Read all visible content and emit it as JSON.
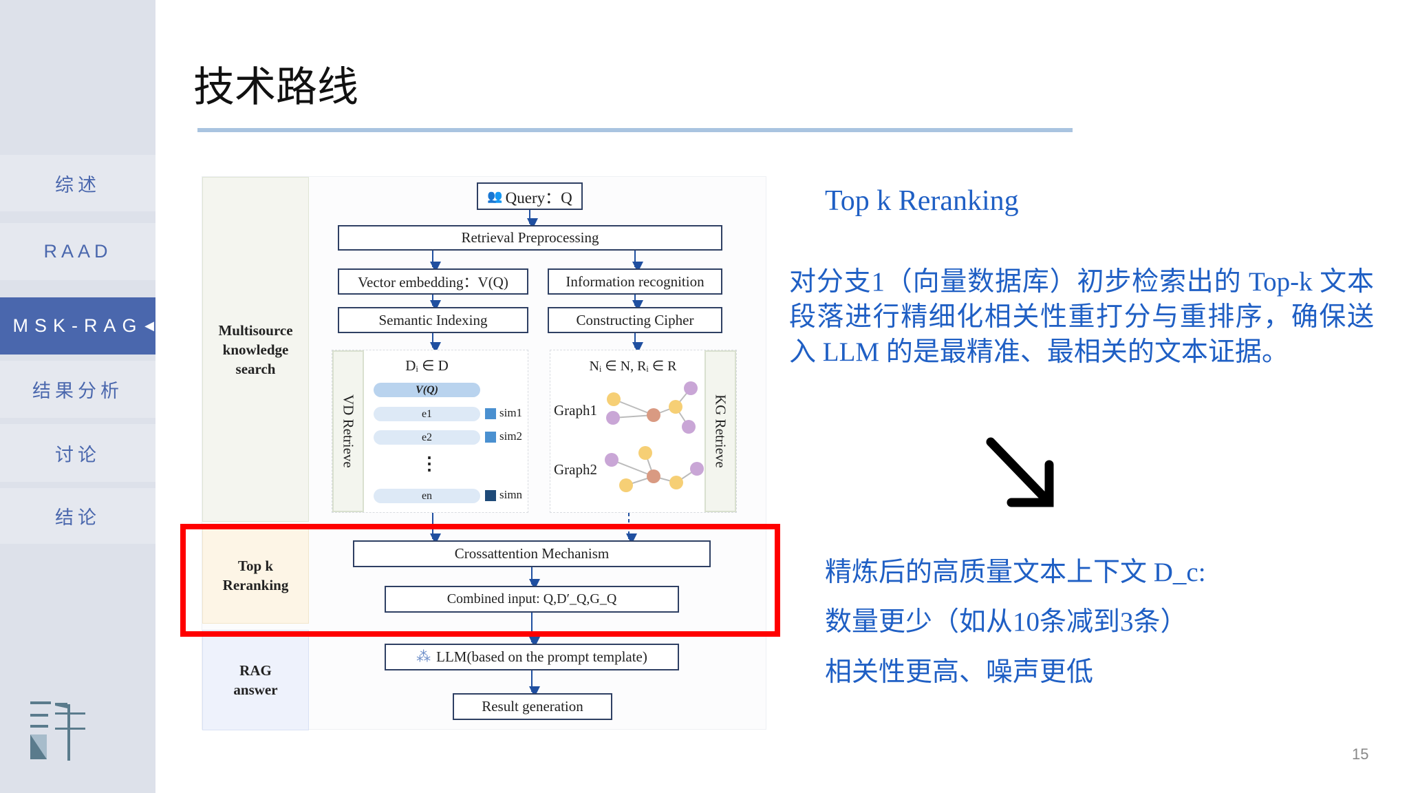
{
  "sidebar": {
    "items": [
      {
        "label": "综述"
      },
      {
        "label": "RAAD"
      },
      {
        "label": "MSK-RAG",
        "active": true
      },
      {
        "label": "结果分析"
      },
      {
        "label": "讨论"
      },
      {
        "label": "结论"
      }
    ],
    "active_marker": "◀",
    "logo": "許"
  },
  "slide": {
    "title": "技术路线",
    "page_number": "15"
  },
  "diagram": {
    "sections": {
      "search": "Multisource knowledge search",
      "rerank": "Top k Reranking",
      "answer": "RAG answer"
    },
    "query": "Query：Q",
    "preprocess": "Retrieval Preprocessing",
    "vector_embedding": "Vector embedding：V(Q)",
    "info_recognition": "Information recognition",
    "semantic_indexing": "Semantic Indexing",
    "constructing_cipher": "Constructing Cipher",
    "vd": {
      "strip": "VD Retrieve",
      "header": "Dᵢ ∈ D",
      "vq": "V(Q)",
      "rows": [
        {
          "e": "e1",
          "sim": "sim1"
        },
        {
          "e": "e2",
          "sim": "sim2"
        },
        {
          "e": "en",
          "sim": "simn"
        }
      ],
      "dots": "⋮"
    },
    "kg": {
      "strip": "KG Retrieve",
      "header": "Nᵢ ∈ N, Rᵢ ∈ R",
      "graph1": "Graph1",
      "graph2": "Graph2"
    },
    "crossattention": "Crossattention Mechanism",
    "combined": "Combined input: Q,D′_Q,G_Q",
    "llm": "LLM(based on the prompt template)",
    "result": "Result generation"
  },
  "right": {
    "heading": "Top k Reranking",
    "paragraph": "对分支1（向量数据库）初步检索出的 Top-k 文本段落进行精细化相关性重打分与重排序，确保送入 LLM 的是最精准、最相关的文本证据。",
    "outcome": [
      "精炼后的高质量文本上下文 D_c:",
      "数量更少（如从10条减到3条）",
      "相关性更高、噪声更低"
    ]
  },
  "colors": {
    "accent": "#4a67ad",
    "text_blue": "#1f5fc4",
    "highlight": "#ff0000"
  }
}
